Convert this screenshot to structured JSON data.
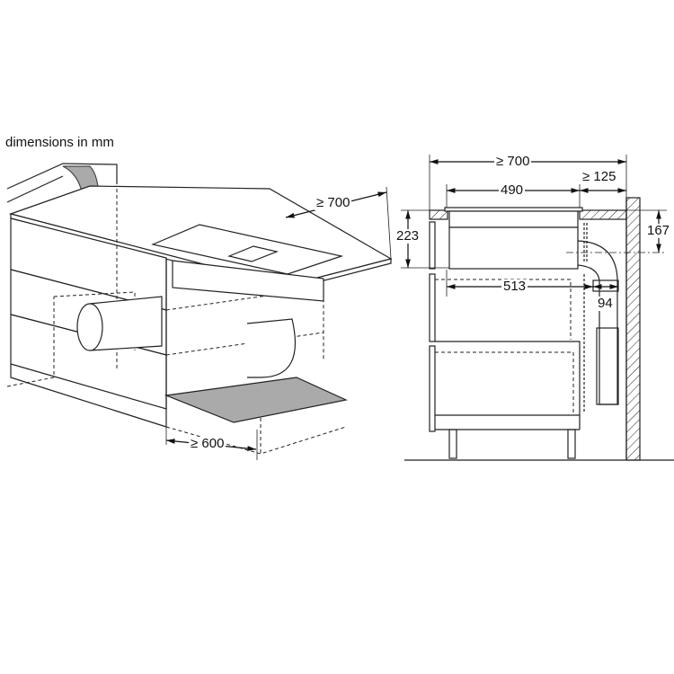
{
  "title": "dimensions in mm",
  "left_view": {
    "depth_min": "≥ 700",
    "width_min": "≥ 600"
  },
  "right_view": {
    "depth_min": "≥ 700",
    "unit_width": "490",
    "rear_gap_min": "≥ 125",
    "unit_height": "223",
    "duct_center_height": "167",
    "duct_depth": "513",
    "duct_width": "94"
  }
}
